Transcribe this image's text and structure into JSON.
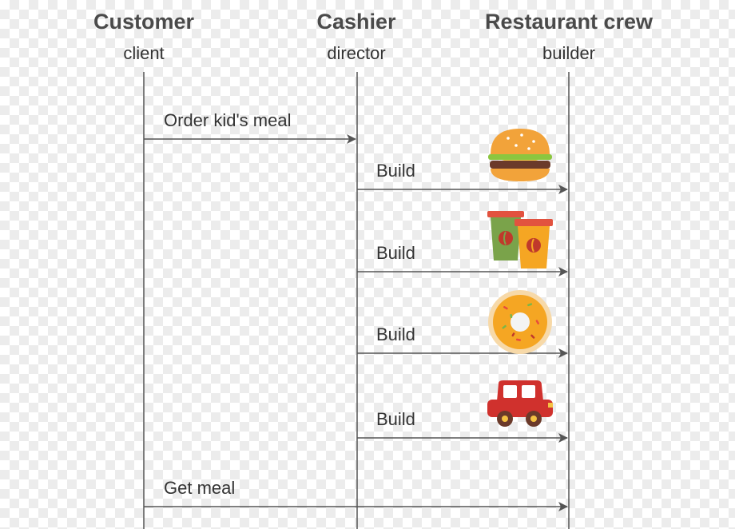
{
  "participants": [
    {
      "name": "Customer",
      "role": "client"
    },
    {
      "name": "Cashier",
      "role": "director"
    },
    {
      "name": "Restaurant crew",
      "role": "builder"
    }
  ],
  "messages": [
    {
      "label": "Order kid's meal",
      "from": "Customer",
      "to": "Cashier"
    },
    {
      "label": "Build",
      "from": "Cashier",
      "to": "Restaurant crew",
      "icon": "burger-icon"
    },
    {
      "label": "Build",
      "from": "Cashier",
      "to": "Restaurant crew",
      "icon": "drink-cups-icon"
    },
    {
      "label": "Build",
      "from": "Cashier",
      "to": "Restaurant crew",
      "icon": "donut-icon"
    },
    {
      "label": "Build",
      "from": "Cashier",
      "to": "Restaurant crew",
      "icon": "toy-car-icon"
    },
    {
      "label": "Get meal",
      "from": "Customer",
      "to": "Restaurant crew"
    }
  ],
  "colors": {
    "line": "#555555",
    "title": "#4a4a4a",
    "text": "#333333"
  }
}
